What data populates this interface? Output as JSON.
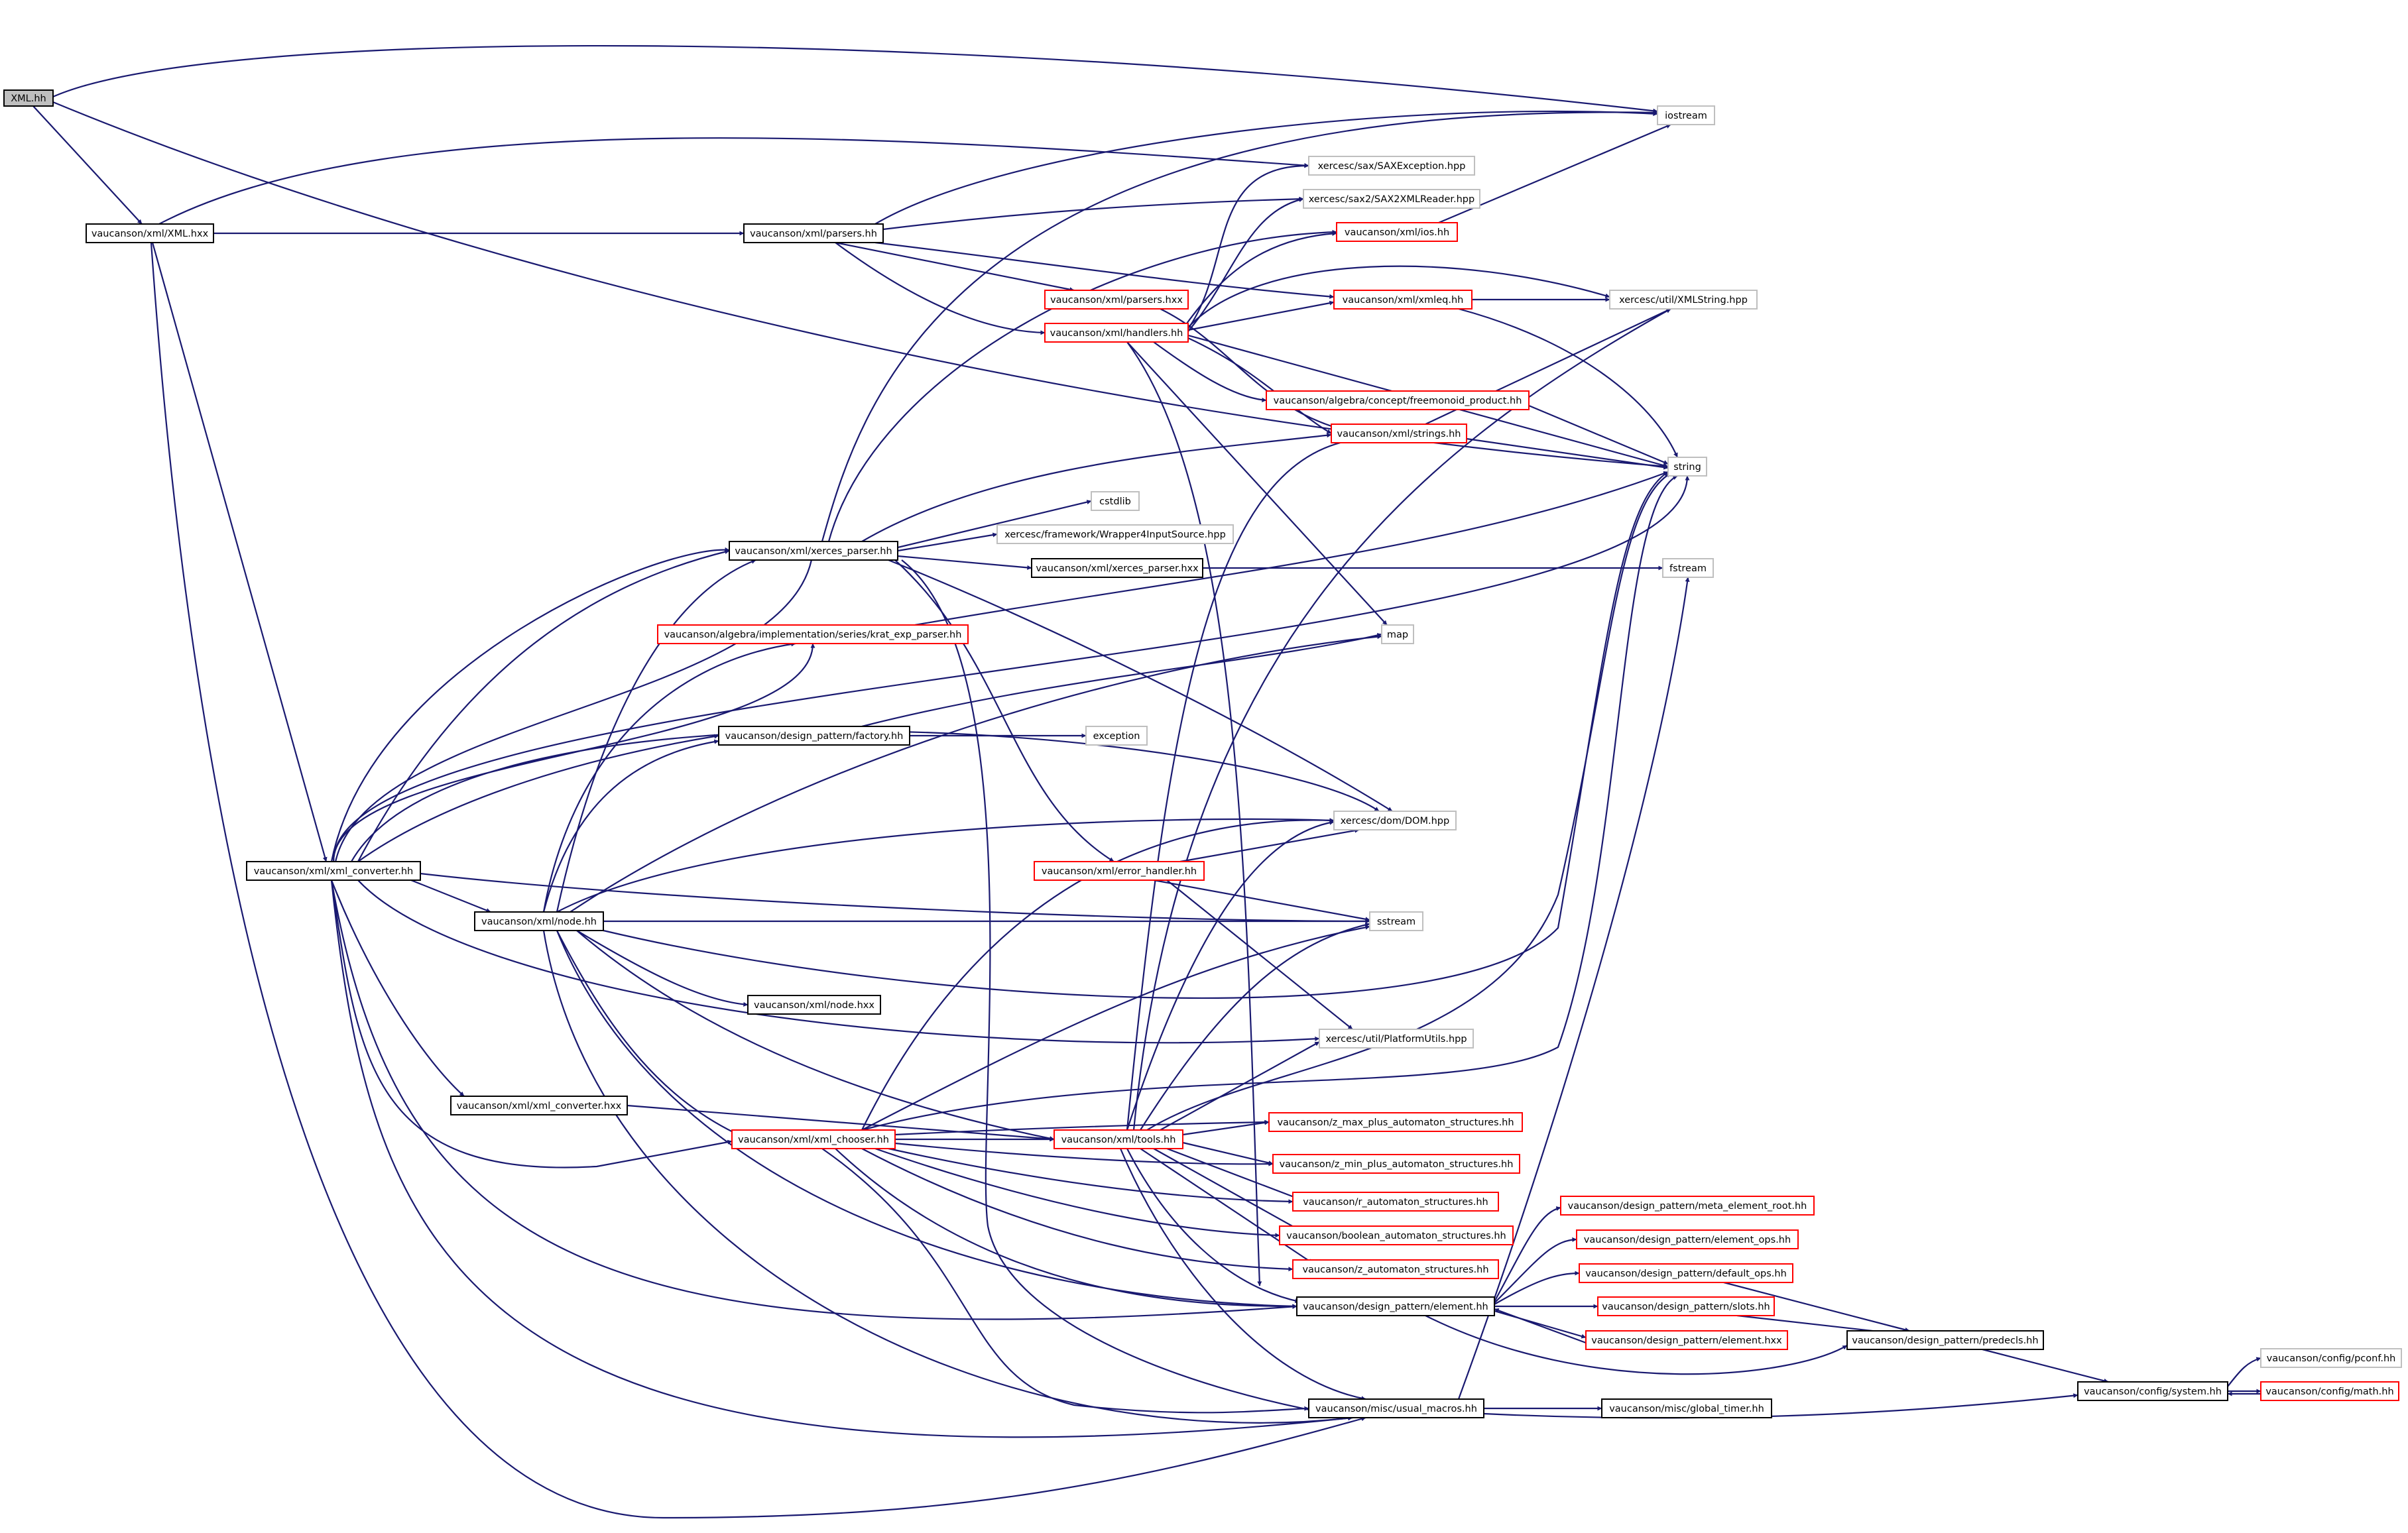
{
  "colors": {
    "edge": "#191970",
    "root_fill": "#bfbfbf",
    "node_border_documented": "#000000",
    "node_border_truncated": "#ff0000",
    "node_border_external": "#bfbfbf"
  },
  "nodes": [
    {
      "id": "xml_hh",
      "label": "XML.hh",
      "kind": "root"
    },
    {
      "id": "iostream",
      "label": "iostream",
      "kind": "external"
    },
    {
      "id": "saxexception",
      "label": "xercesc/sax/SAXException.hpp",
      "kind": "external"
    },
    {
      "id": "sax2reader",
      "label": "xercesc/sax2/SAX2XMLReader.hpp",
      "kind": "external"
    },
    {
      "id": "ios_hh",
      "label": "vaucanson/xml/ios.hh",
      "kind": "truncated"
    },
    {
      "id": "xml_hxx",
      "label": "vaucanson/xml/XML.hxx",
      "kind": "documented"
    },
    {
      "id": "parsers_hh",
      "label": "vaucanson/xml/parsers.hh",
      "kind": "documented"
    },
    {
      "id": "parsers_hxx",
      "label": "vaucanson/xml/parsers.hxx",
      "kind": "truncated"
    },
    {
      "id": "xmleq_hh",
      "label": "vaucanson/xml/xmleq.hh",
      "kind": "truncated"
    },
    {
      "id": "xmlstring",
      "label": "xercesc/util/XMLString.hpp",
      "kind": "external"
    },
    {
      "id": "handlers_hh",
      "label": "vaucanson/xml/handlers.hh",
      "kind": "truncated"
    },
    {
      "id": "freemonoid",
      "label": "vaucanson/algebra/concept/freemonoid_product.hh",
      "kind": "truncated"
    },
    {
      "id": "strings_hh",
      "label": "vaucanson/xml/strings.hh",
      "kind": "truncated"
    },
    {
      "id": "string",
      "label": "string",
      "kind": "external"
    },
    {
      "id": "cstdlib",
      "label": "cstdlib",
      "kind": "external"
    },
    {
      "id": "wrapper4",
      "label": "xercesc/framework/Wrapper4InputSource.hpp",
      "kind": "external"
    },
    {
      "id": "xerces_parser_hh",
      "label": "vaucanson/xml/xerces_parser.hh",
      "kind": "documented"
    },
    {
      "id": "xerces_parser_hxx",
      "label": "vaucanson/xml/xerces_parser.hxx",
      "kind": "documented"
    },
    {
      "id": "fstream",
      "label": "fstream",
      "kind": "external"
    },
    {
      "id": "krat_exp_parser",
      "label": "vaucanson/algebra/implementation/series/krat_exp_parser.hh",
      "kind": "truncated"
    },
    {
      "id": "map",
      "label": "map",
      "kind": "external"
    },
    {
      "id": "factory_hh",
      "label": "vaucanson/design_pattern/factory.hh",
      "kind": "documented"
    },
    {
      "id": "exception",
      "label": "exception",
      "kind": "external"
    },
    {
      "id": "dom_hpp",
      "label": "xercesc/dom/DOM.hpp",
      "kind": "external"
    },
    {
      "id": "xml_converter_hh",
      "label": "vaucanson/xml/xml_converter.hh",
      "kind": "documented"
    },
    {
      "id": "error_handler_hh",
      "label": "vaucanson/xml/error_handler.hh",
      "kind": "truncated"
    },
    {
      "id": "node_hh",
      "label": "vaucanson/xml/node.hh",
      "kind": "documented"
    },
    {
      "id": "sstream",
      "label": "sstream",
      "kind": "external"
    },
    {
      "id": "node_hxx",
      "label": "vaucanson/xml/node.hxx",
      "kind": "documented"
    },
    {
      "id": "platformutils",
      "label": "xercesc/util/PlatformUtils.hpp",
      "kind": "external"
    },
    {
      "id": "xml_converter_hxx",
      "label": "vaucanson/xml/xml_converter.hxx",
      "kind": "documented"
    },
    {
      "id": "z_max_plus",
      "label": "vaucanson/z_max_plus_automaton_structures.hh",
      "kind": "truncated"
    },
    {
      "id": "xml_chooser_hh",
      "label": "vaucanson/xml/xml_chooser.hh",
      "kind": "truncated"
    },
    {
      "id": "tools_hh",
      "label": "vaucanson/xml/tools.hh",
      "kind": "truncated"
    },
    {
      "id": "z_min_plus",
      "label": "vaucanson/z_min_plus_automaton_structures.hh",
      "kind": "truncated"
    },
    {
      "id": "r_automaton",
      "label": "vaucanson/r_automaton_structures.hh",
      "kind": "truncated"
    },
    {
      "id": "meta_element_root",
      "label": "vaucanson/design_pattern/meta_element_root.hh",
      "kind": "truncated"
    },
    {
      "id": "boolean_automaton",
      "label": "vaucanson/boolean_automaton_structures.hh",
      "kind": "truncated"
    },
    {
      "id": "element_ops",
      "label": "vaucanson/design_pattern/element_ops.hh",
      "kind": "truncated"
    },
    {
      "id": "z_automaton",
      "label": "vaucanson/z_automaton_structures.hh",
      "kind": "truncated"
    },
    {
      "id": "default_ops",
      "label": "vaucanson/design_pattern/default_ops.hh",
      "kind": "truncated"
    },
    {
      "id": "element_hh",
      "label": "vaucanson/design_pattern/element.hh",
      "kind": "documented"
    },
    {
      "id": "slots_hh",
      "label": "vaucanson/design_pattern/slots.hh",
      "kind": "truncated"
    },
    {
      "id": "element_hxx",
      "label": "vaucanson/design_pattern/element.hxx",
      "kind": "truncated"
    },
    {
      "id": "predecls_hh",
      "label": "vaucanson/design_pattern/predecls.hh",
      "kind": "documented"
    },
    {
      "id": "pconf_hh",
      "label": "vaucanson/config/pconf.hh",
      "kind": "external"
    },
    {
      "id": "system_hh",
      "label": "vaucanson/config/system.hh",
      "kind": "documented"
    },
    {
      "id": "math_hh",
      "label": "vaucanson/config/math.hh",
      "kind": "truncated"
    },
    {
      "id": "usual_macros_hh",
      "label": "vaucanson/misc/usual_macros.hh",
      "kind": "documented"
    },
    {
      "id": "global_timer_hh",
      "label": "vaucanson/misc/global_timer.hh",
      "kind": "documented"
    }
  ]
}
